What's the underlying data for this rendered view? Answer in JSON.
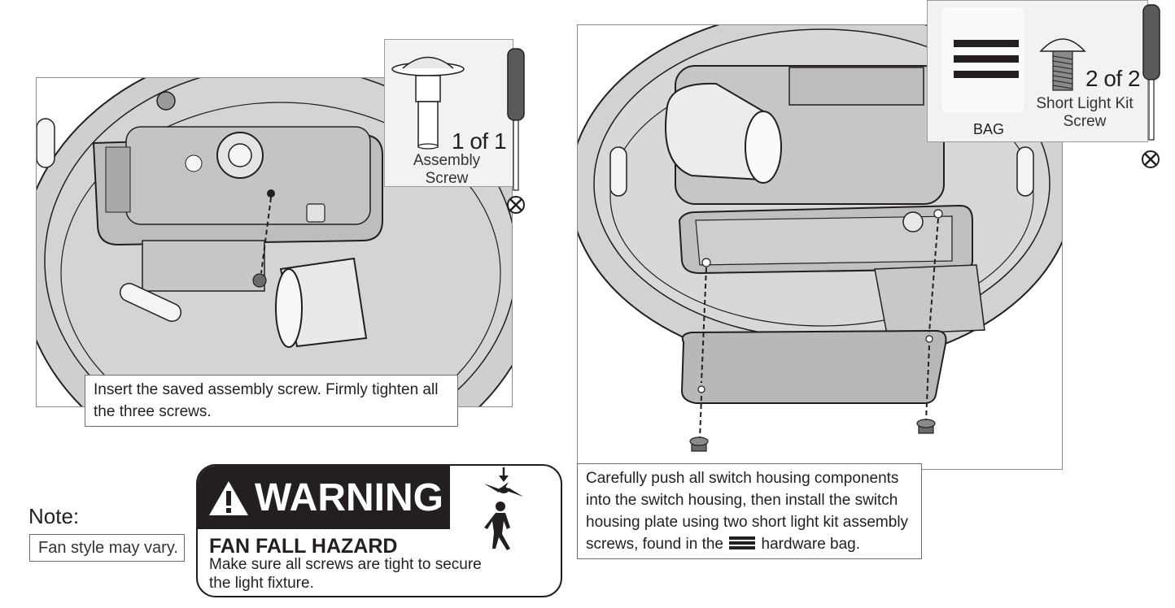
{
  "left_step": {
    "caption": "Insert the saved assembly screw. Firmly tighten all the three screws.",
    "callout": {
      "count": "1 of 1",
      "screw_name": "Assembly Screw",
      "icons": [
        "assembly-screw-icon",
        "screwdriver-icon",
        "do-not-overtighten-icon"
      ]
    }
  },
  "right_step": {
    "caption_before_icon": "Carefully push all switch housing components into the switch housing, then install the switch housing plate using two short light kit assembly screws, found in the",
    "caption_after_icon": "hardware bag.",
    "callout": {
      "bag_label": "BAG",
      "count": "2 of 2",
      "screw_name": "Short Light Kit Screw",
      "icons": [
        "bag-icon",
        "short-screw-icon",
        "screwdriver-icon",
        "do-not-overtighten-icon"
      ]
    }
  },
  "warning": {
    "title": "WARNING",
    "hazard": "FAN FALL HAZARD",
    "text": "Make sure all screws are tight to secure the light fixture.",
    "icons": [
      "warning-triangle-icon",
      "falling-fan-icon"
    ]
  },
  "note": {
    "label": "Note:",
    "text": "Fan style may vary."
  },
  "colors": {
    "ink": "#231f20",
    "panel_gray": "#c8c8c8",
    "callout_bg": "#f2f2f2"
  }
}
